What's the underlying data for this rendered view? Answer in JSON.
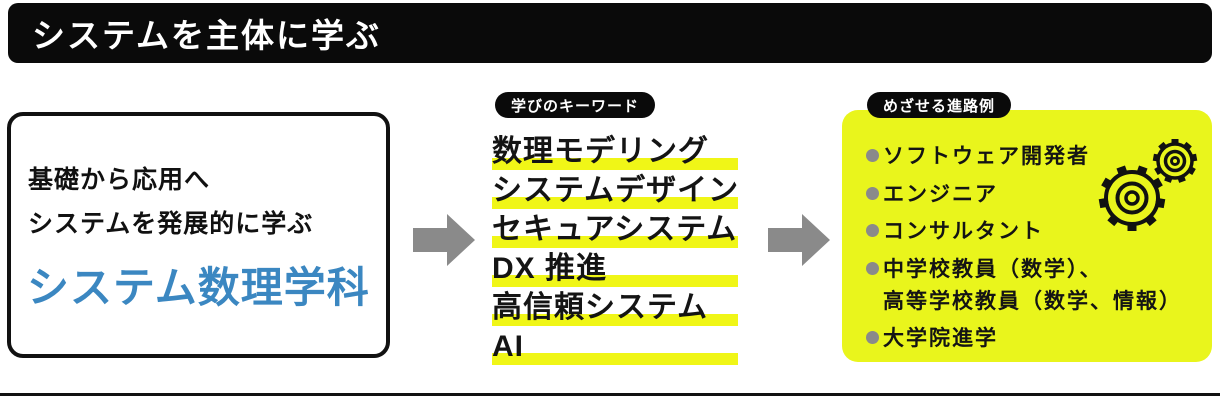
{
  "header": {
    "title": "システムを主体に学ぶ"
  },
  "department_card": {
    "line1": "基礎から応用へ",
    "line2": "システムを発展的に学ぶ",
    "name": "システム数理学科"
  },
  "keywords": {
    "label": "学びのキーワード",
    "items": [
      "数理モデリング",
      "システムデザイン",
      "セキュアシステム",
      "DX 推進",
      "高信頼システム",
      "AI"
    ]
  },
  "careers": {
    "label": "めざせる進路例",
    "items": [
      {
        "text": "ソフトウェア開発者",
        "bullet": true
      },
      {
        "text": "エンジニア",
        "bullet": true
      },
      {
        "text": "コンサルタント",
        "bullet": true
      },
      {
        "text": "中学校教員（数学）、",
        "bullet": true
      },
      {
        "text": "高等学校教員（数学、情報）",
        "bullet": false
      },
      {
        "text": "大学院進学",
        "bullet": true
      }
    ],
    "icon": "gears-icon"
  },
  "colors": {
    "accent-blue": "#3b87c1",
    "box-yellow": "#e9f51c",
    "highlight-yellow": "#f0f617",
    "gray": "#8a8a8a"
  }
}
